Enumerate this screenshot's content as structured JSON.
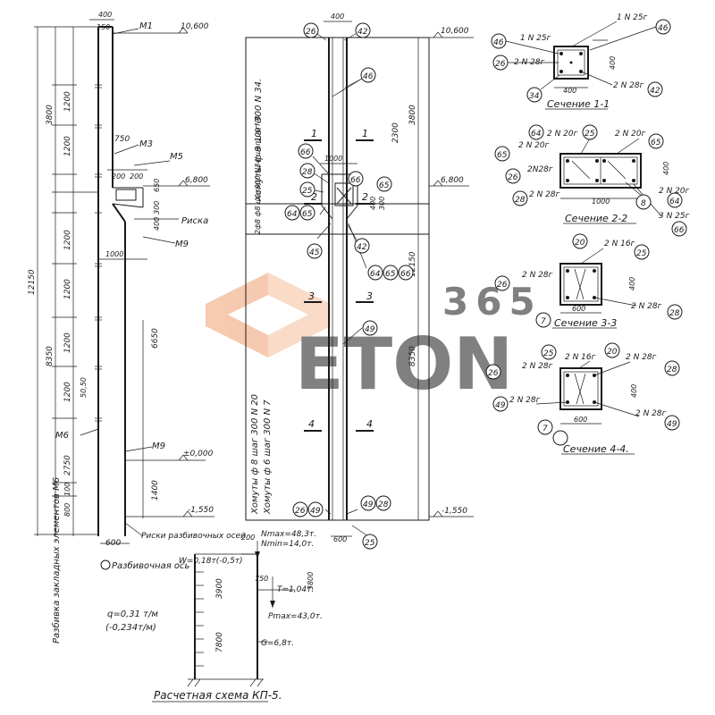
{
  "marks": {
    "top": "10,600",
    "corbel": "6,800",
    "zero": "±0,000",
    "bottom": "-1,550"
  },
  "labels": {
    "m1": "М1",
    "m3": "М3",
    "m5": "М5",
    "m6": "М6",
    "m9a": "М9",
    "m9b": "М9",
    "riska": "Риска",
    "riski": "Риски разбивочных осей",
    "axis": "Разбивочная ось",
    "layout_embeds": "Разбивка закладных элементов М6",
    "clamps_top": "Хомуты ф 8 шаг 300 N 34.",
    "clamps_mid": "2ф8 ф8 шаг300 N34 шаг100 N8",
    "clamps_low1": "Хомуты ф 8 шаг 300 N 20",
    "clamps_low2": "Хомуты ф 6 шаг 300 N 7",
    "scheme_title": "Расчетная схема КП-5."
  },
  "dims": {
    "d400": "400",
    "d150": "150",
    "d3800": "3800",
    "d1200": "1200",
    "d750": "750",
    "d200": "200",
    "d650": "650",
    "d300": "300",
    "d1000": "1000",
    "d12150": "12150",
    "d8350": "8350",
    "d6650": "6650",
    "d5050": "50,50",
    "d2750": "2750",
    "d800": "800",
    "d100": "100",
    "d600": "600",
    "d1400": "1400",
    "d2300": "2300",
    "d7800": "7800",
    "d3900": "3900"
  },
  "zones": [
    "1",
    "2",
    "3",
    "4"
  ],
  "positions": [
    "26",
    "42",
    "46",
    "66",
    "28",
    "25",
    "64",
    "65",
    "45",
    "49"
  ],
  "scheme": {
    "w": "W=0,18т(-0,5т)",
    "q1": "q=0,31 т/м",
    "q2": "(-0,234т/м)",
    "nmax": "Nmax=48,3т.",
    "nmin": "Nmin=14,0т.",
    "t": "T=1,04т.",
    "pmax": "Pmax=43,0т.",
    "g": "G=6,8т.",
    "d200": "200"
  },
  "sections": {
    "s1": {
      "title": "Сечение 1-1",
      "r1": "1 N 25г",
      "r2": "2 N 28г",
      "r3": "2 N 28г",
      "b": [
        "46",
        "26",
        "34",
        "46",
        "42"
      ],
      "w": "400",
      "h": "400"
    },
    "s2": {
      "title": "Сечение 2-2",
      "r1": "2 N 20г",
      "r2": "2 N 20г",
      "r3": "2 N 20г",
      "r4": "2N28г",
      "r5": "2 N 28г",
      "r6": "2 N 20г",
      "r7": "3 N 25г",
      "b": [
        "64",
        "25",
        "65",
        "26",
        "28",
        "65",
        "8",
        "64",
        "66"
      ],
      "w": "1000",
      "h": "400"
    },
    "s3": {
      "title": "Сечение 3-3",
      "r1": "2 N 16г",
      "r2": "2 N 28г",
      "r3": "2 N 28г",
      "b": [
        "20",
        "25",
        "26",
        "7",
        "28"
      ],
      "w": "600",
      "h": "400"
    },
    "s4": {
      "title": "Сечение 4-4.",
      "r1": "2 N 16г",
      "r2": "2 N 28г",
      "r3": "2 N 28г",
      "r4": "2 N 28г",
      "r5": "2 N 28г",
      "b": [
        "25",
        "20",
        "26",
        "28",
        "49",
        "49",
        "7"
      ],
      "w": "600",
      "h": "400"
    }
  },
  "watermark": {
    "brand": "ETON",
    "num": "365"
  },
  "colors": {
    "ink": "#1a1a1a",
    "wm_orange": "#f0a070",
    "wm_gray": "#c8c8c8"
  }
}
